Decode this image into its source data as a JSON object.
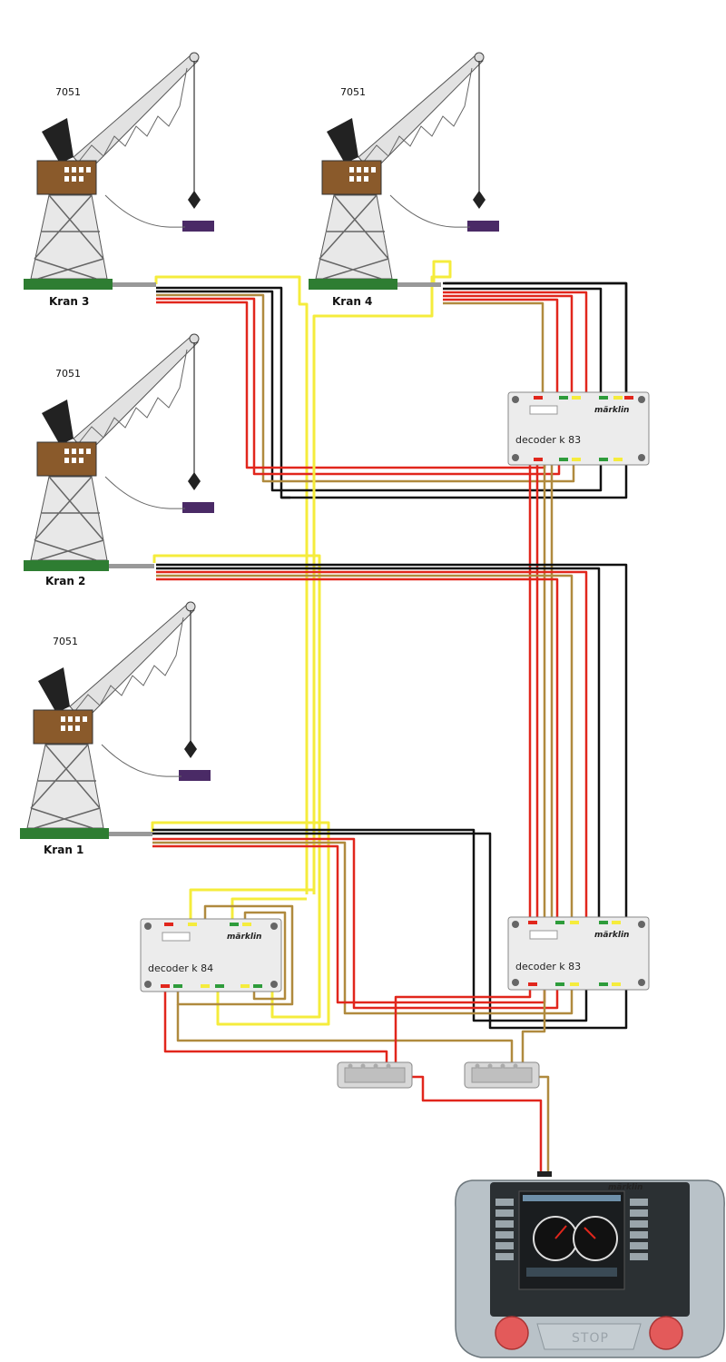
{
  "colors": {
    "red": "#e1261c",
    "brown": "#b08a3e",
    "black": "#111111",
    "yellow": "#f5ec3c",
    "crane_grey": "#cfcfcf",
    "cab": "#8a5a2b",
    "base": "#2e7d32",
    "hook_load": "#4a2a66",
    "decoder_body": "#ececec",
    "control_body": "#b9c2c8"
  },
  "cranes": [
    {
      "model": "7051",
      "label": "Kran 3"
    },
    {
      "model": "7051",
      "label": "Kran 4"
    },
    {
      "model": "7051",
      "label": "Kran 2"
    },
    {
      "model": "7051",
      "label": "Kran 1"
    }
  ],
  "decoders": [
    {
      "label": "decoder k 83",
      "brand": "märklin"
    },
    {
      "label": "decoder k 84",
      "brand": "märklin"
    },
    {
      "label": "decoder k 83",
      "brand": "märklin"
    }
  ],
  "distributors": [
    "distribution-plate-left",
    "distribution-plate-right"
  ],
  "control_unit": {
    "brand": "märklin",
    "stop_label": "STOP"
  }
}
